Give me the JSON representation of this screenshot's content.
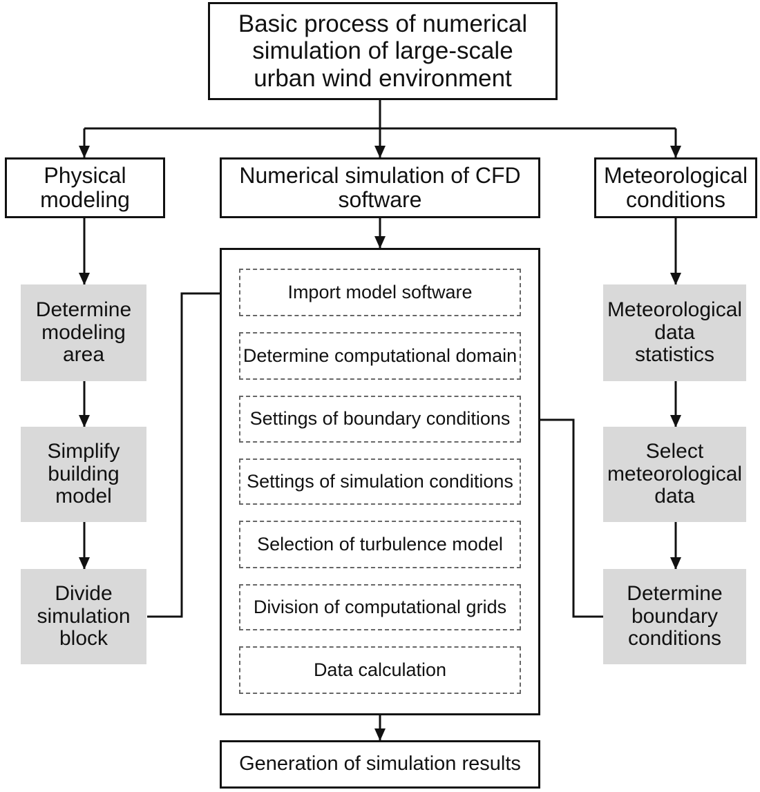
{
  "title": "Basic process of numerical\nsimulation of large-scale\nurban wind environment",
  "columns": {
    "left": {
      "header": "Physical\nmodeling",
      "steps": [
        "Determine\nmodeling\narea",
        "Simplify\nbuilding\nmodel",
        "Divide\nsimulation\nblock"
      ]
    },
    "center": {
      "header": "Numerical simulation of CFD\nsoftware",
      "steps": [
        "Import model software",
        "Determine computational domain",
        "Settings of boundary conditions",
        "Settings of simulation conditions",
        "Selection of turbulence model",
        "Division of computational grids",
        "Data calculation"
      ]
    },
    "right": {
      "header": "Meteorological\nconditions",
      "steps": [
        "Meteorological\ndata\nstatistics",
        "Select\nmeteorological\ndata",
        "Determine\nboundary\nconditions"
      ]
    }
  },
  "result": "Generation of simulation results",
  "colors": {
    "line": "#111111",
    "gray_fill": "#d9d9d9",
    "dashed_border": "#666666"
  }
}
